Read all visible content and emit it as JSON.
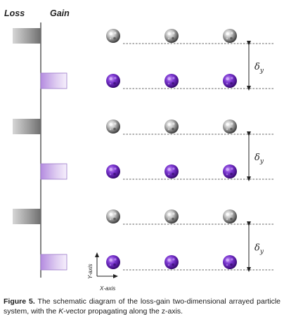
{
  "header": {
    "loss_label": "Loss",
    "gain_label": "Gain"
  },
  "rows": [
    {
      "kind": "loss",
      "color": "#8a8a8a"
    },
    {
      "kind": "gain",
      "color": "#6a2cc0"
    },
    {
      "kind": "loss",
      "color": "#8a8a8a"
    },
    {
      "kind": "gain",
      "color": "#6a2cc0"
    },
    {
      "kind": "loss",
      "color": "#8a8a8a"
    },
    {
      "kind": "gain",
      "color": "#6a2cc0"
    }
  ],
  "columns": 3,
  "spacing": {
    "symbol": "δ",
    "subscript": "y"
  },
  "axes": {
    "y_label": "Y-axis",
    "x_label": "X-axis"
  },
  "caption": {
    "figure_ref": "Figure 5.",
    "text_before_k": "The schematic diagram of the loss-gain two-dimensional arrayed particle system, with the ",
    "k_term": "K",
    "text_after_k": "-vector propagating along the z-axis."
  }
}
